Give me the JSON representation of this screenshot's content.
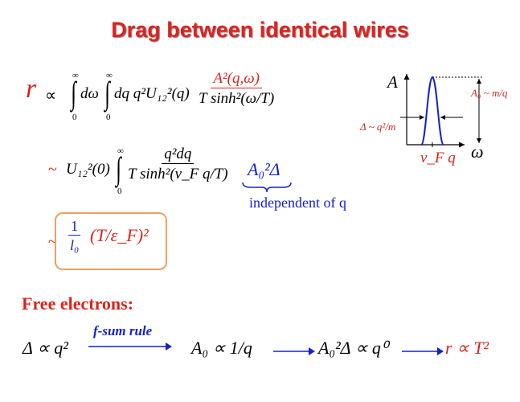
{
  "title": "Drag between identical wires",
  "eq1": {
    "lhs": "r",
    "prop": "∝",
    "int_upper": "∞",
    "int_lower": "0",
    "body_a": "dω",
    "body_b": "dq q²U₁₂²(q)",
    "frac_num": "A²(q,ω)",
    "frac_den": "T sinh²(ω/T)"
  },
  "eq2": {
    "tilde": "~",
    "prefix": "U₁₂²(0)",
    "int_upper": "∞",
    "int_lower": "0",
    "frac_num": "q²dq",
    "frac_den": "T sinh²(v_F q/T)",
    "highlight": "A₀²Δ",
    "note": "independent of q"
  },
  "eq3": {
    "tilde": "~",
    "frac_num": "1",
    "frac_den": "l₀",
    "tail": "(T/ε_F)²"
  },
  "inset": {
    "y_label": "A",
    "x_label": "ω",
    "peak_label": "v_F q",
    "width_label": "Δ ~ q²/m",
    "height_label": "A₀ ~ m/q",
    "peak_color": "#1620c8"
  },
  "free": {
    "heading": "Free electrons:",
    "step1": "Δ ∝ q²",
    "rule": "f-sum rule",
    "step2": "A₀ ∝ 1/q",
    "step3": "A₀²Δ ∝ q⁰",
    "step4": "r ∝ T²"
  }
}
